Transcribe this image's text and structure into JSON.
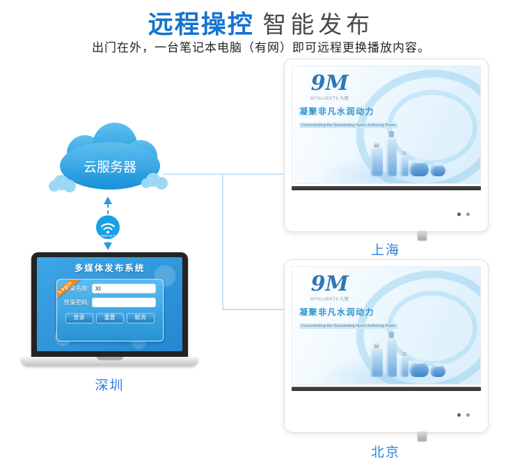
{
  "header": {
    "title_bold": "远程操控",
    "title_light": "智能发布",
    "subtitle": "出门在外，一台笔记本电脑（有网）即可远程更换播放内容。"
  },
  "cloud": {
    "label": "云服务器"
  },
  "wifi": {
    "label": "FREE Wi-Fi"
  },
  "laptop": {
    "app_title": "多媒体发布系统",
    "ribbon": "Login",
    "fields": [
      {
        "label": "登录名称:",
        "value": "XI"
      },
      {
        "label": "登录密码:",
        "value": ""
      }
    ],
    "buttons": [
      "登录",
      "重置",
      "取消"
    ],
    "city": "深圳"
  },
  "ad": {
    "brand": "9M",
    "brand_sub": "MYSLUEKT9 九魅",
    "slogan": "凝聚非凡水润动力",
    "slogan_sub": "Concentrating the Outstanding Hydro-Softening Power"
  },
  "displays": [
    {
      "city": "上海"
    },
    {
      "city": "北京"
    }
  ],
  "colors": {
    "accent_blue": "#1673cf",
    "label_blue": "#2b82dc",
    "cloud_blue": "#1690d9",
    "ribbon_orange": "#f18a1f"
  }
}
